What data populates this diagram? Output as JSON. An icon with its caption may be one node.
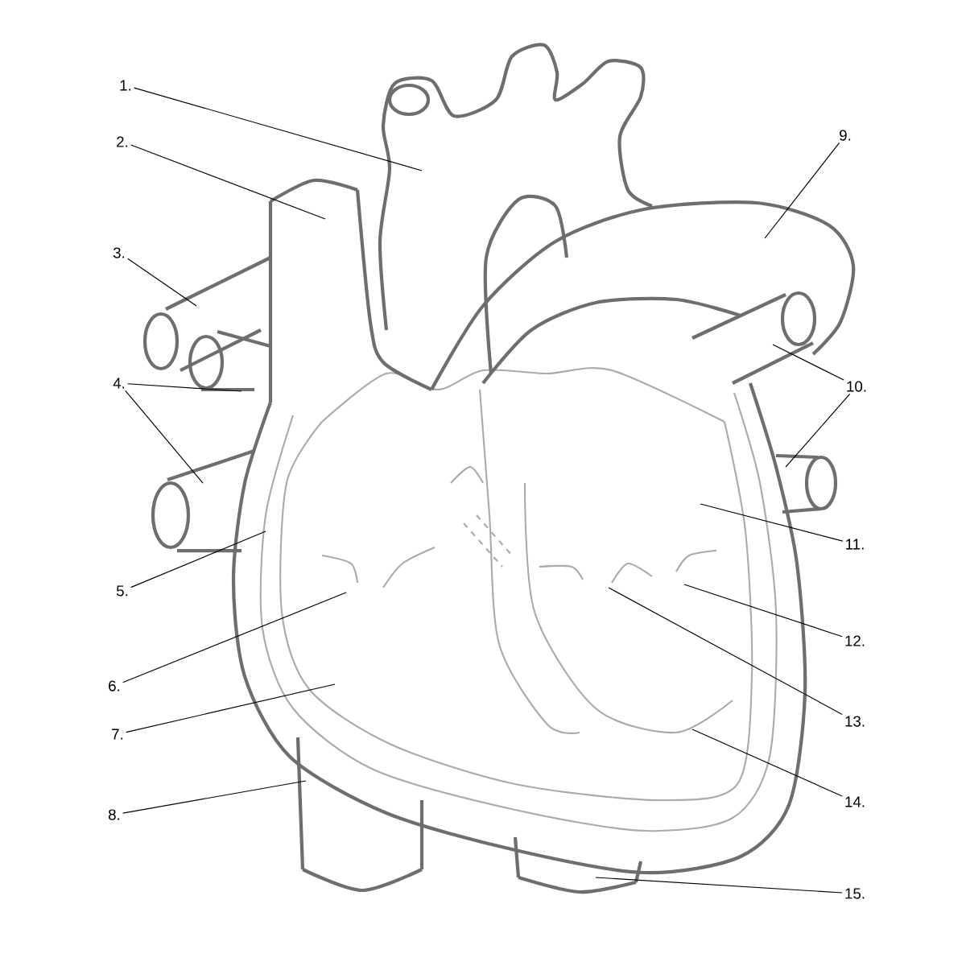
{
  "diagram": {
    "nodes": [
      {
        "text": [
          "1."
        ]
      },
      {
        "text": [
          "2."
        ]
      },
      {
        "text": [
          "3."
        ]
      },
      {
        "text": [
          "4."
        ]
      },
      {
        "text": [
          "5."
        ]
      },
      {
        "text": [
          "6."
        ]
      },
      {
        "text": [
          "7."
        ]
      },
      {
        "text": [
          "8."
        ]
      },
      {
        "text": [
          "9."
        ]
      },
      {
        "text": [
          "10."
        ]
      },
      {
        "text": [
          "11."
        ]
      },
      {
        "text": [
          "12."
        ]
      },
      {
        "text": [
          "13."
        ]
      },
      {
        "text": [
          "14."
        ]
      },
      {
        "text": [
          "15."
        ]
      }
    ],
    "edges": [
      {
        "from": 0,
        "to": null,
        "arrow": "none"
      },
      {
        "from": 1,
        "to": null,
        "arrow": "none"
      },
      {
        "from": 2,
        "to": null,
        "arrow": "none"
      },
      {
        "from": 3,
        "to": null,
        "arrow": "none"
      },
      {
        "from": 3,
        "to": null,
        "arrow": "none"
      },
      {
        "from": 4,
        "to": null,
        "arrow": "none"
      },
      {
        "from": 5,
        "to": null,
        "arrow": "none"
      },
      {
        "from": 6,
        "to": null,
        "arrow": "none"
      },
      {
        "from": 7,
        "to": null,
        "arrow": "none"
      },
      {
        "from": 8,
        "to": null,
        "arrow": "none"
      },
      {
        "from": 9,
        "to": null,
        "arrow": "none"
      },
      {
        "from": 9,
        "to": null,
        "arrow": "none"
      },
      {
        "from": 10,
        "to": null,
        "arrow": "none"
      },
      {
        "from": 11,
        "to": null,
        "arrow": "none"
      },
      {
        "from": 12,
        "to": null,
        "arrow": "none"
      },
      {
        "from": 13,
        "to": null,
        "arrow": "none"
      },
      {
        "from": 14,
        "to": null,
        "arrow": "none"
      }
    ]
  }
}
